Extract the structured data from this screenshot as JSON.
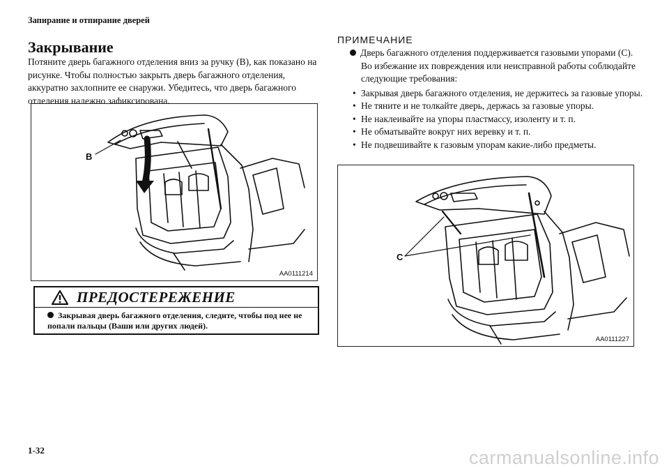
{
  "header": "Запирание и отпирание дверей",
  "title": "Закрывание",
  "intro": "Потяните дверь багажного отделения вниз за ручку (B), как показано на рисунке. Чтобы полностью закрыть дверь багажного отделения, аккуратно захлопните ее снаружи. Убедитесь, что дверь багажного отделения надежно зафиксирована.",
  "figure1": {
    "label": "B",
    "code": "AA0111214"
  },
  "warning": {
    "title": "ПРЕДОСТЕРЕЖЕНИЕ",
    "text": "Закрывая дверь багажного отделения, следите, чтобы под нее не попали пальцы (Ваши или других людей)."
  },
  "note": {
    "heading": "ПРИМЕЧАНИЕ",
    "main": "Дверь багажного отделения поддерживается газовыми упорами (C).",
    "line2": "Во избежание их повреждения или неисправной работы соблюдайте следующие требования:",
    "items": [
      "Закрывая дверь багажного отделения, не держитесь за газовые упоры.",
      "Не тяните и не толкайте дверь, держась за газовые упоры.",
      "Не наклеивайте на упоры пластмассу, изоленту и т. п.",
      "Не обматывайте вокруг них веревку и т. п.",
      "Не подвешивайте к газовым упорам какие-либо предметы."
    ]
  },
  "figure2": {
    "label": "C",
    "code": "AA0111227"
  },
  "page_number": "1-32",
  "watermark": "carmanualsonline.info"
}
